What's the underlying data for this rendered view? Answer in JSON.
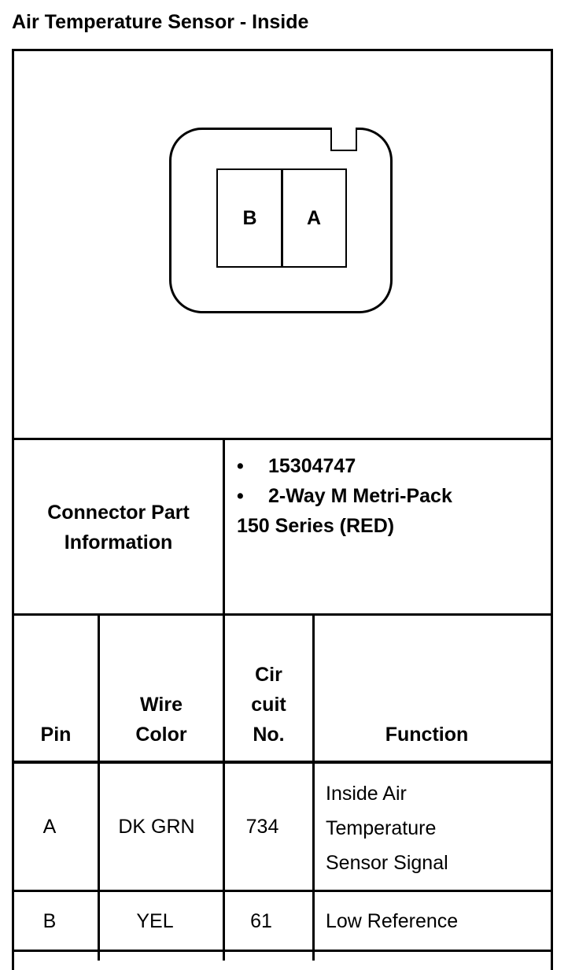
{
  "title": "Air Temperature Sensor - Inside",
  "connector": {
    "pins": [
      "B",
      "A"
    ]
  },
  "part_info": {
    "label_line1": "Connector Part",
    "label_line2": "Information",
    "bullet": "•",
    "items": [
      "15304747",
      "2-Way M Metri-Pack"
    ],
    "continuation": "150 Series (RED)"
  },
  "table": {
    "headers": {
      "pin": "Pin",
      "wire_color_line1": "Wire",
      "wire_color_line2": "Color",
      "circuit_line1": "Cir",
      "circuit_line2": "cuit",
      "circuit_line3": "No.",
      "function": "Function"
    },
    "rows": [
      {
        "pin": "A",
        "wire_color": "DK GRN",
        "circuit": "734",
        "function_lines": [
          "Inside Air",
          "Temperature",
          "Sensor Signal"
        ]
      },
      {
        "pin": "B",
        "wire_color": "YEL",
        "circuit": "61",
        "function_lines": [
          "Low Reference"
        ]
      }
    ]
  }
}
